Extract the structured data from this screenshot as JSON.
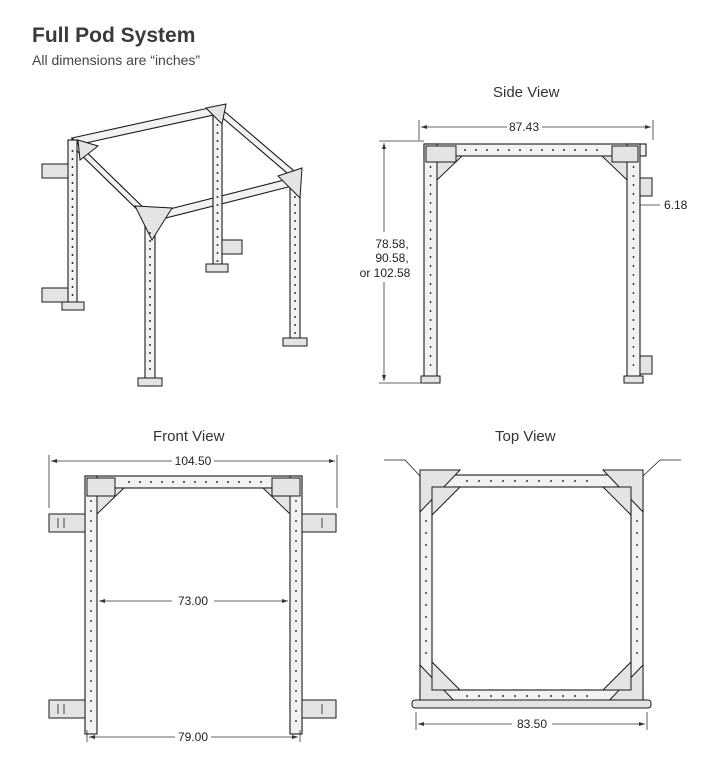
{
  "header": {
    "title": "Full Pod System",
    "subtitle": "All dimensions are “inches”"
  },
  "views": {
    "side": {
      "label": "Side View",
      "width_dim": "87.43",
      "depth_dim": "6.18",
      "height_dim_line1": "78.58,",
      "height_dim_line2": "90.58,",
      "height_dim_line3": "or 102.58"
    },
    "front": {
      "label": "Front View",
      "overall_width_dim": "104.50",
      "inner_width_dim": "73.00",
      "base_width_dim": "79.00"
    },
    "top": {
      "label": "Top View",
      "width_dim": "83.50"
    }
  },
  "colors": {
    "line": "#1a1a1a",
    "frame_fill": "#f2f2f2",
    "text": "#333333"
  }
}
